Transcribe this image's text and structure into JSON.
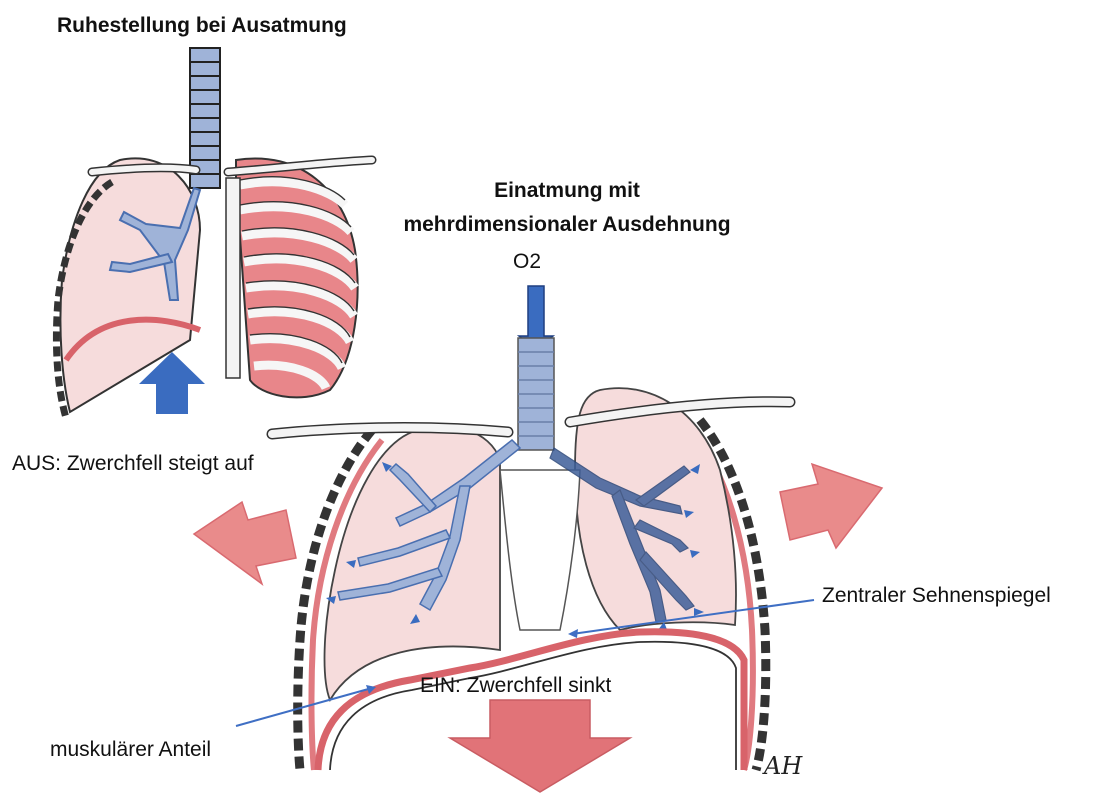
{
  "diagram": {
    "title_exhale": "Ruhestellung bei Ausatmung",
    "title_inhale_line1": "Einatmung mit",
    "title_inhale_line2": "mehrdimensionaler Ausdehnung",
    "o2_label": "O2",
    "exhale_caption": "AUS: Zwerchfell steigt auf",
    "inhale_caption": "EIN: Zwerchfell sinkt",
    "central_tendon_label": "Zentraler Sehnenspiegel",
    "muscular_part_label": "muskulärer Anteil",
    "signature": "AH"
  },
  "colors": {
    "lung_fill": "#f6dcdc",
    "lung_red": "#e8868a",
    "airway_blue": "#9fb3d8",
    "arrow_blue": "#3a6cc0",
    "arrow_red": "#e98b8b",
    "pointer_line": "#3f6fc4",
    "rib_outline": "#333333"
  },
  "icons": [
    "arrow-up-blue-icon",
    "arrow-down-red-icon",
    "arrow-left-red-icon",
    "arrow-right-red-icon",
    "arrow-down-blue-icon"
  ]
}
